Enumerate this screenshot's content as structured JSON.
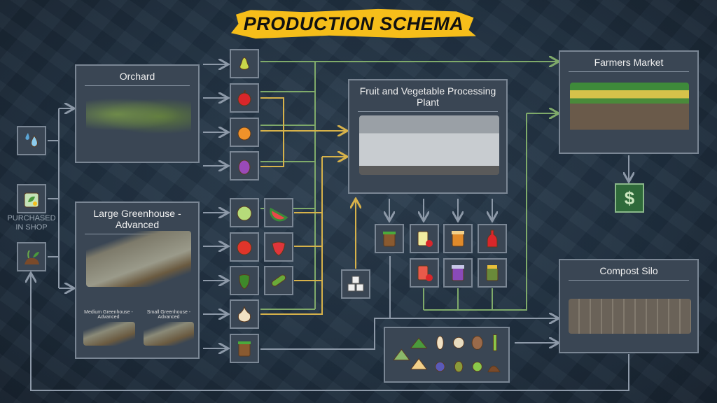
{
  "title": "PRODUCTION SCHEMA",
  "inputs": {
    "water": "water-icon",
    "fertilizer": "fertilizer-icon",
    "seeds": "seeds-icon",
    "purchased_label": "PURCHASED IN SHOP"
  },
  "orchard": {
    "title": "Orchard"
  },
  "greenhouse": {
    "title": "Large Greenhouse - Advanced",
    "medium": "Medium Greenhouse - Advanced",
    "small": "Small Greenhouse - Advanced"
  },
  "plant": {
    "title": "Fruit and Vegetable Processing Plant"
  },
  "market": {
    "title": "Farmers Market"
  },
  "silo": {
    "title": "Compost Silo"
  },
  "currency_symbol": "$",
  "colors": {
    "accent": "#f6be1a",
    "green_line": "#7faa6a",
    "yellow_line": "#d7b24a",
    "grey_line": "#8d99a8"
  }
}
